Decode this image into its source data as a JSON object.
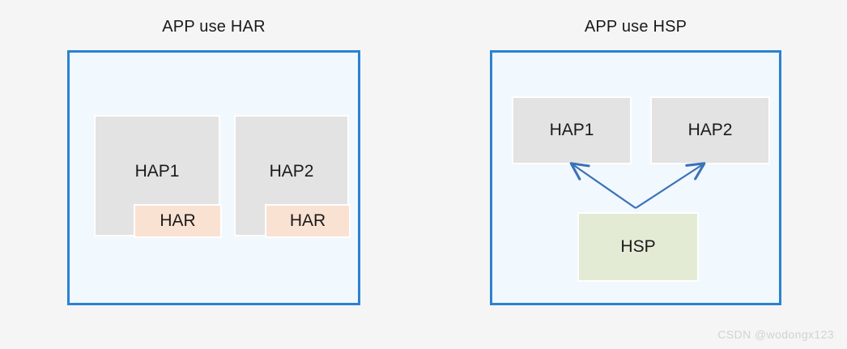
{
  "diagram": {
    "background_color": "#f5f5f5",
    "panel_fill": "#f1f8fe",
    "panel_border": "#2a82d2",
    "hap_fill": "#e3e3e3",
    "har_fill": "#fae2d3",
    "hsp_fill": "#e3ebd5",
    "arrow_color": "#3b72b8"
  },
  "left_panel": {
    "title": "APP use HAR",
    "boxes": [
      {
        "label": "HAP1",
        "nested": {
          "label": "HAR"
        }
      },
      {
        "label": "HAP2",
        "nested": {
          "label": "HAR"
        }
      }
    ]
  },
  "right_panel": {
    "title": "APP use HSP",
    "boxes": [
      {
        "label": "HAP1"
      },
      {
        "label": "HAP2"
      }
    ],
    "shared": {
      "label": "HSP"
    },
    "arrows": [
      {
        "from": "HSP",
        "to": "HAP1"
      },
      {
        "from": "HSP",
        "to": "HAP2"
      }
    ]
  },
  "watermark": {
    "text": "CSDN @wodongx123"
  }
}
